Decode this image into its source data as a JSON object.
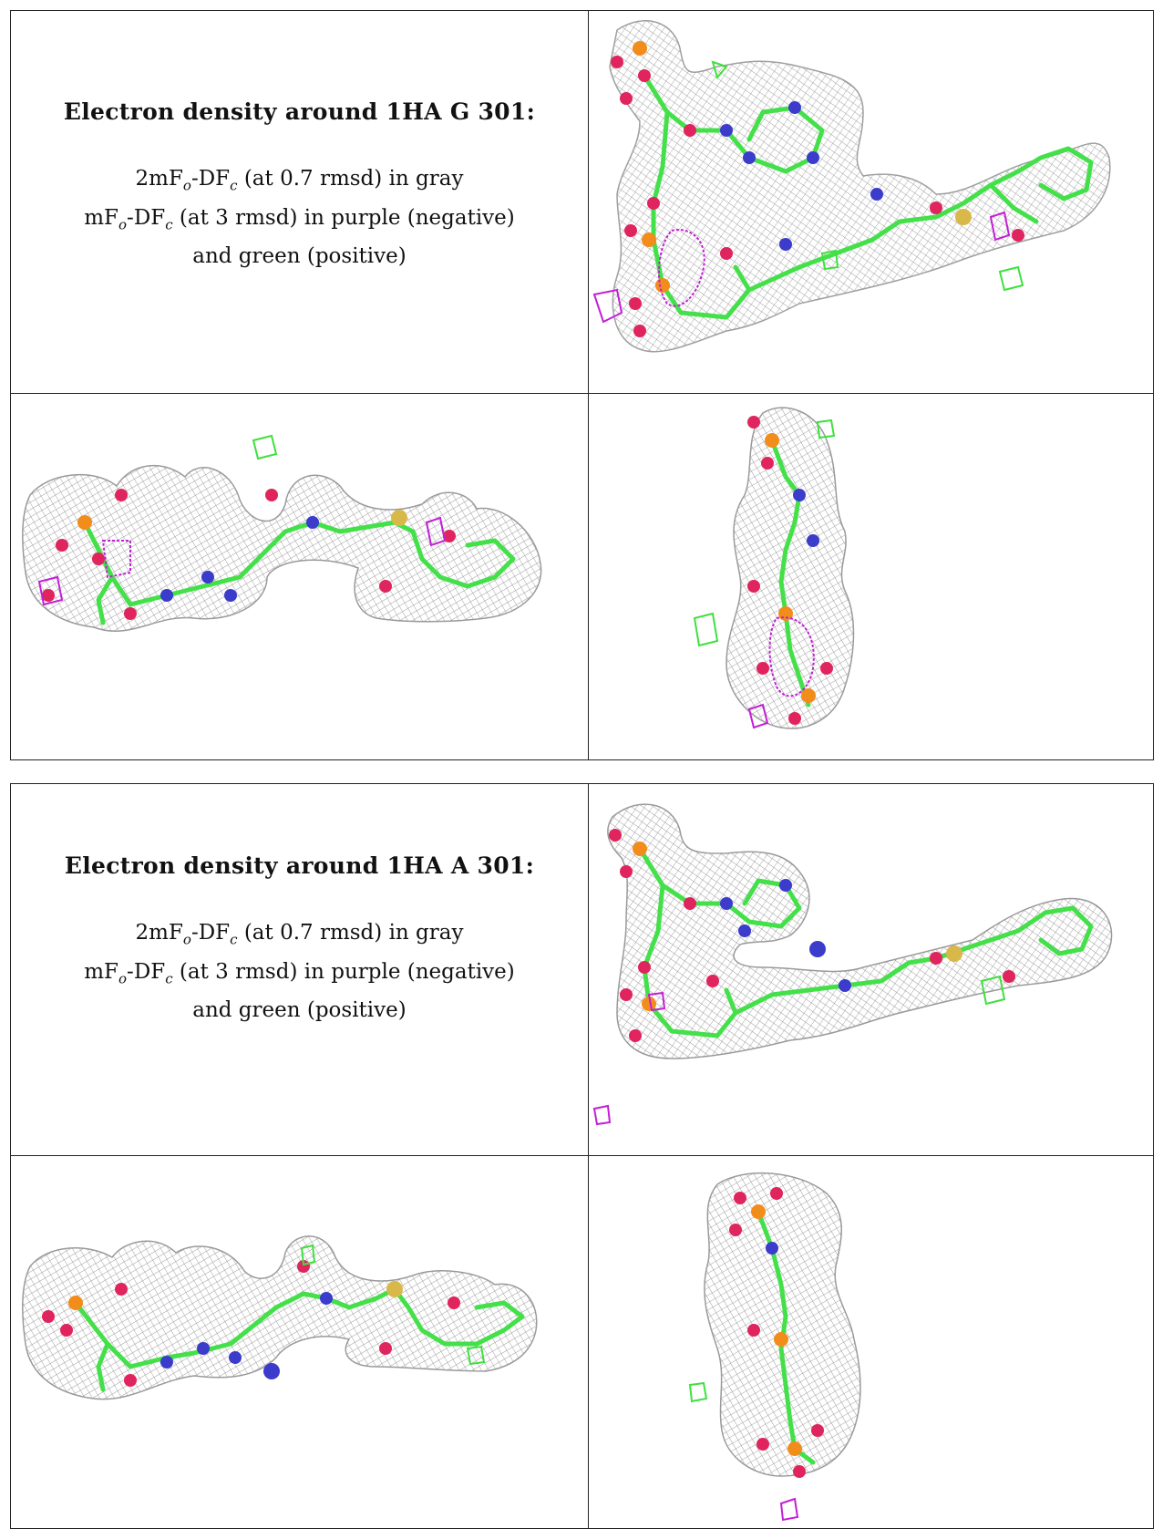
{
  "blocks": [
    {
      "title": "Electron density around 1HA G 301:",
      "map_2fo_prefix": "2mF",
      "map_2fo_mid": "-DF",
      "map_2fo_suffix": " (at 0.7 rmsd) in gray",
      "map_fo_prefix": "mF",
      "map_fo_mid": "-DF",
      "map_fo_suffix": " (at 3 rmsd) in purple (negative)",
      "line3": "and green (positive)",
      "sub_o": "o",
      "sub_c": "c"
    },
    {
      "title": "Electron density around 1HA A 301:",
      "map_2fo_prefix": "2mF",
      "map_2fo_mid": "-DF",
      "map_2fo_suffix": " (at 0.7 rmsd) in gray",
      "map_fo_prefix": "mF",
      "map_fo_mid": "-DF",
      "map_fo_suffix": " (at 3 rmsd) in purple (negative)",
      "line3": "and green (positive)",
      "sub_o": "o",
      "sub_c": "c"
    }
  ],
  "colors": {
    "mesh_2fofc": "#9a9a9a",
    "carbon": "#44e04a",
    "oxygen": "#e0245e",
    "nitrogen": "#3b3bcc",
    "phosphorus": "#f28c1a",
    "sulfur": "#d9b84a",
    "negative_density": "#c21fd6",
    "positive_density": "#3fe03f"
  }
}
